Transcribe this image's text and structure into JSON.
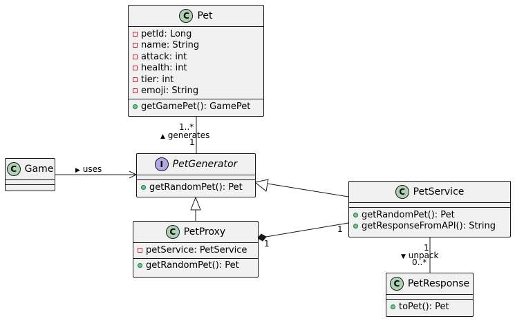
{
  "classes": {
    "pet": {
      "name": "Pet",
      "stereo": "C",
      "fields": [
        "petId: Long",
        "name: String",
        "attack: int",
        "health: int",
        "tier: int",
        "emoji: String"
      ],
      "methods": [
        "getGamePet(): GamePet"
      ]
    },
    "game": {
      "name": "Game",
      "stereo": "C"
    },
    "pet_generator": {
      "name": "PetGenerator",
      "stereo": "I",
      "methods": [
        "getRandomPet(): Pet"
      ]
    },
    "pet_service": {
      "name": "PetService",
      "stereo": "C",
      "methods": [
        "getRandomPet(): Pet",
        "getResponseFromAPI(): String"
      ]
    },
    "pet_proxy": {
      "name": "PetProxy",
      "stereo": "C",
      "fields": [
        "petService: PetService"
      ],
      "methods": [
        "getRandomPet(): Pet"
      ]
    },
    "pet_response": {
      "name": "PetResponse",
      "stereo": "C",
      "methods": [
        "toPet(): Pet"
      ]
    }
  },
  "relations": {
    "uses": {
      "label": "uses",
      "direction": "▶"
    },
    "generates": {
      "label": "generates",
      "direction": "▲",
      "mult_pet": "1..*",
      "mult_generator": "1"
    },
    "composition": {
      "mult_proxy": "1",
      "mult_service": "1"
    },
    "unpack": {
      "label": "unpack",
      "direction": "▼",
      "mult_service": "1",
      "mult_response": "0..*"
    }
  }
}
